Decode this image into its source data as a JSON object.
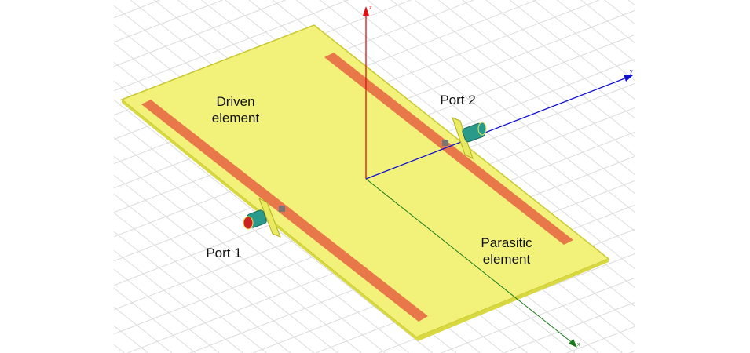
{
  "labels": {
    "driven": [
      "Driven",
      "element"
    ],
    "parasitic": [
      "Parasitic",
      "element"
    ],
    "port1": "Port 1",
    "port2": "Port 2"
  },
  "axes": {
    "x": "x",
    "y": "y",
    "z": "z"
  },
  "colors": {
    "substrate": "#f2f27a",
    "substrate_edge": "#c8c830",
    "strip": "#e8784a",
    "x_axis": "#1a7a1a",
    "y_axis": "#1010d0",
    "z_axis": "#e01010",
    "connector": "#2a9a8a",
    "grid": "#dcdcdc"
  }
}
